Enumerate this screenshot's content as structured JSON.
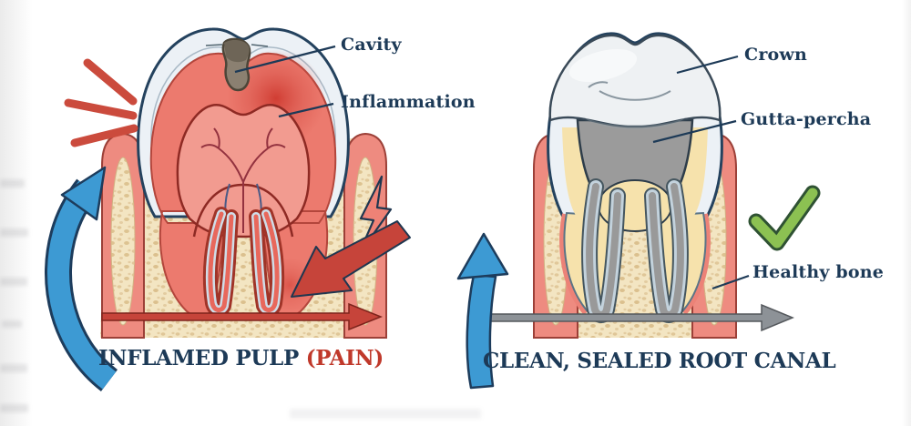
{
  "title": "Root canal treatment dental diagram",
  "left_diagram": {
    "label_cavity": "Cavity",
    "label_inflammation": "Inflammation",
    "caption": "INFLAMED PULP",
    "caption_accent": "(PAIN)"
  },
  "right_diagram": {
    "label_crown": "Crown",
    "label_gutta_percha": "Gutta-percha",
    "label_healthy_bone": "Healthy bone",
    "caption": "CLEAN, SEALED ROOT CANAL"
  },
  "colors": {
    "label_text": "#1d3a57",
    "pain_accent": "#c0392b",
    "arrow_blue": "#3d9ad3",
    "check_green": "#8cc152",
    "inflamed_red": "#d23f35",
    "gum_pink": "#ee8b80",
    "bone_cream": "#f3e5c2",
    "gutta_gray": "#9a9a9a",
    "enamel_white": "#ecf1f6",
    "dentin_red": "#ec7a6e",
    "dentin_cream": "#f6e2ac",
    "cavity_brown": "#8b8071"
  }
}
